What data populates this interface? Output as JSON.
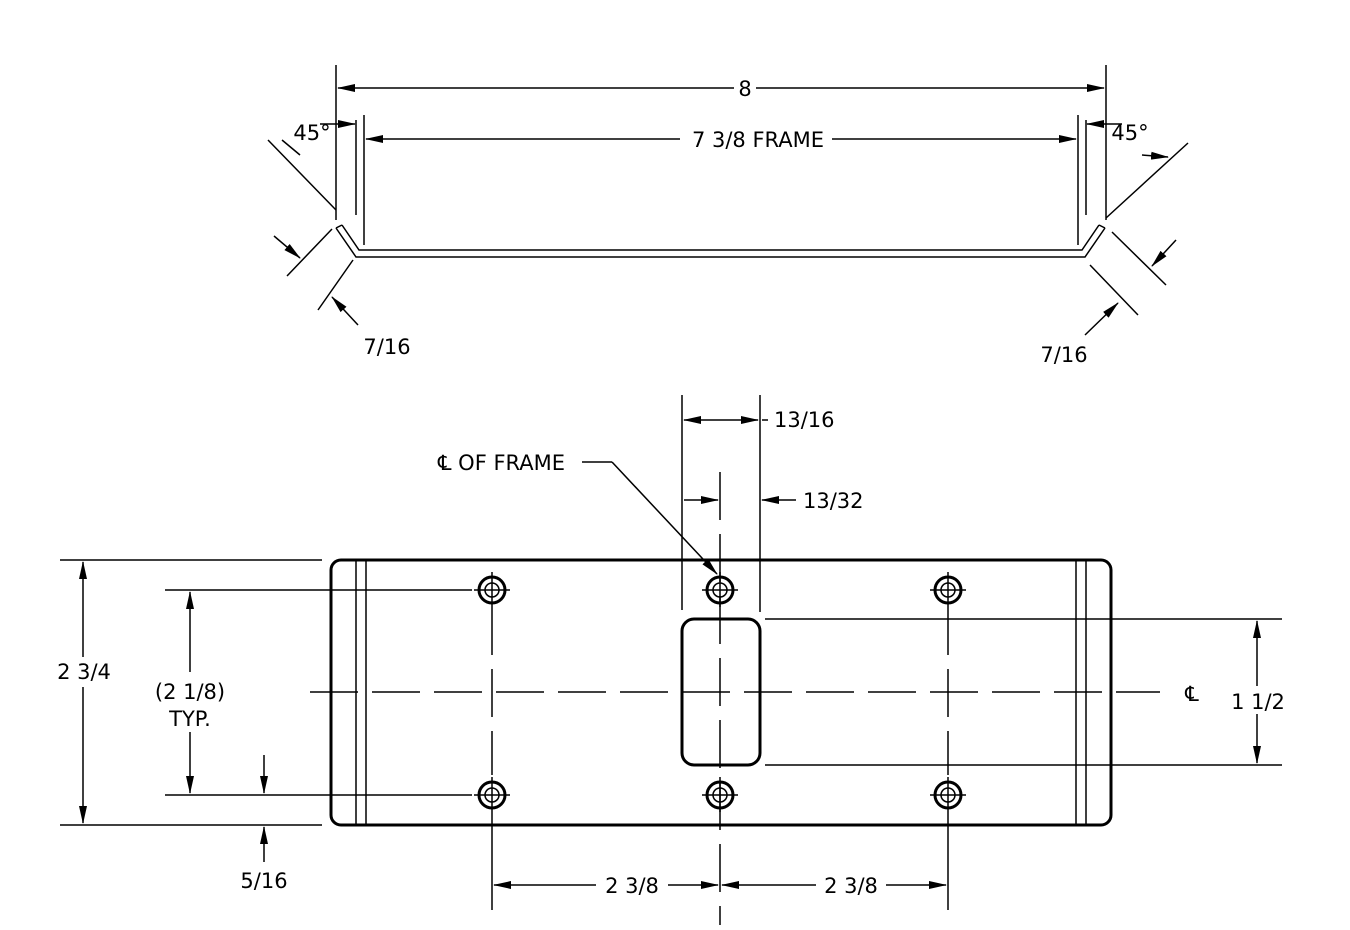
{
  "top_view": {
    "overall_width": "8",
    "frame_width": "7 3/8 FRAME",
    "angle_left": "45°",
    "angle_right": "45°",
    "flange_left": "7/16",
    "flange_right": "7/16"
  },
  "bottom_view": {
    "cl_of_frame": "℄ OF FRAME",
    "slot_width": "13/16",
    "half_slot_width": "13/32",
    "overall_height": "2 3/4",
    "hole_spacing_vertical": "(2 1/8)",
    "hole_spacing_note": "TYP.",
    "edge_offset": "5/16",
    "slot_height": "1 1/2",
    "centerline_symbol": "℄",
    "hole_spacing_left": "2 3/8",
    "hole_spacing_right": "2 3/8"
  }
}
